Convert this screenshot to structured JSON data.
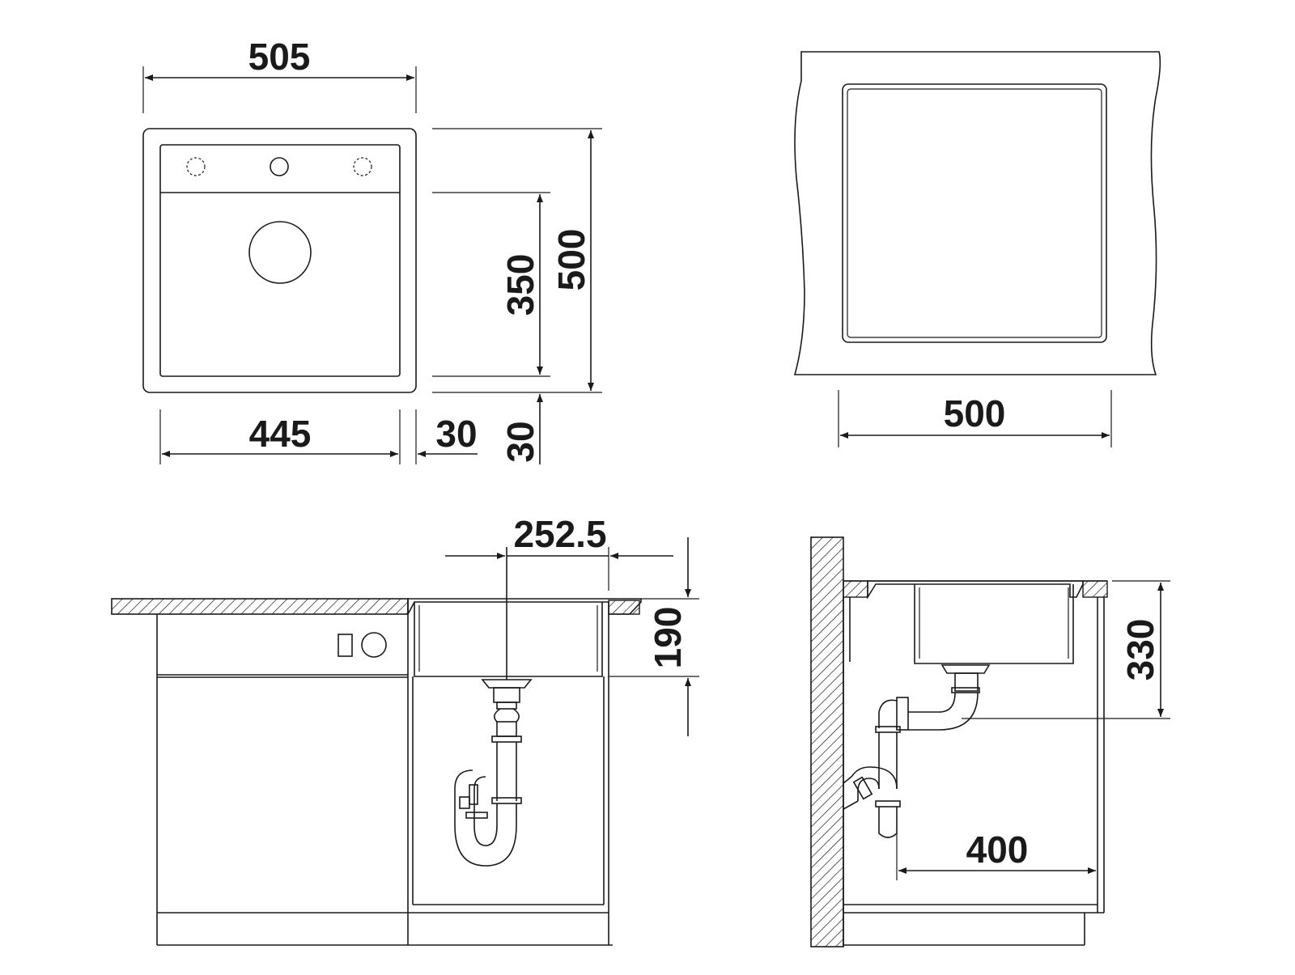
{
  "diagram": {
    "line_color": "#1a1a1a",
    "background": "#ffffff",
    "top_view": {
      "overall_width": "505",
      "overall_depth": "500",
      "bowl_depth": "350",
      "bowl_width": "445",
      "side_rim": "30",
      "front_rim": "30"
    },
    "cutout_view": {
      "cutout_width": "500"
    },
    "front_section": {
      "waste_offset": "252.5",
      "bowl_depth": "190"
    },
    "side_section": {
      "installation_depth": "330",
      "cabinet_width": "400"
    }
  }
}
